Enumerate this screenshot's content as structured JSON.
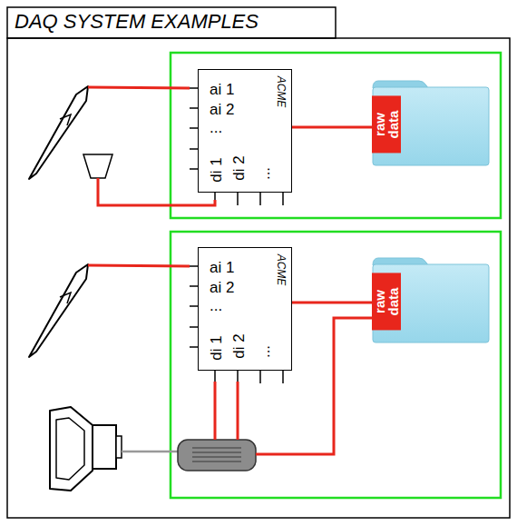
{
  "diagram": {
    "title": "DAQ SYSTEM EXAMPLES",
    "nodes": [
      {
        "text": [
          "ai 1",
          "ai 2",
          "...",
          "di 1",
          "di 2",
          "...",
          "ACME"
        ]
      },
      {
        "text": [
          "raw data"
        ]
      },
      {
        "text": [
          "ai 1",
          "ai 2",
          "...",
          "di 1",
          "di 2",
          "...",
          "ACME"
        ]
      },
      {
        "text": [
          "raw data"
        ]
      }
    ],
    "edges": [
      {
        "from": 0,
        "to": 1,
        "arrow": "none"
      },
      {
        "from": 2,
        "to": 3,
        "arrow": "none"
      }
    ]
  }
}
